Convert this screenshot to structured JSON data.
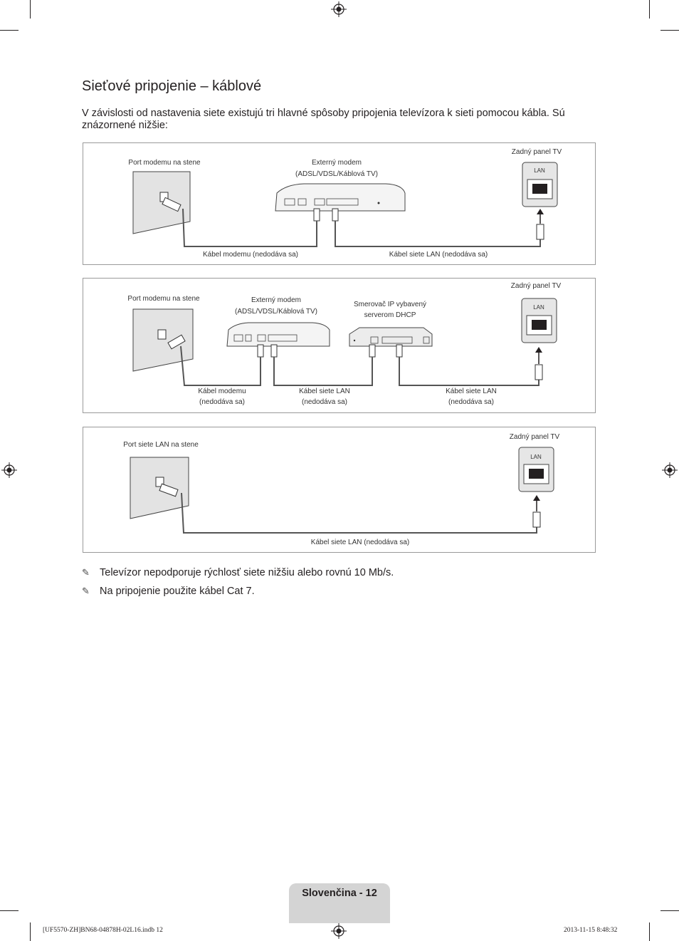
{
  "section": {
    "title": "Sieťové pripojenie – káblové",
    "intro": "V závislosti od nastavenia siete existujú tri hlavné spôsoby pripojenia televízora k sieti pomocou kábla. Sú znázornené nižšie:"
  },
  "diagram1": {
    "wall_label": "Port modemu na stene",
    "modem_label_1": "Externý modem",
    "modem_label_2": "(ADSL/VDSL/Káblová TV)",
    "tv_label": "Zadný panel TV",
    "lan_port": "LAN",
    "cable_modem": "Kábel modemu (nedodáva sa)",
    "cable_lan": "Kábel siete LAN (nedodáva sa)"
  },
  "diagram2": {
    "wall_label": "Port modemu na stene",
    "modem_label_1": "Externý modem",
    "modem_label_2": "(ADSL/VDSL/Káblová TV)",
    "router_label_1": "Smerovač IP vybavený",
    "router_label_2": "serverom DHCP",
    "tv_label": "Zadný panel TV",
    "lan_port": "LAN",
    "cable_modem_1": "Kábel modemu",
    "cable_modem_2": "(nedodáva sa)",
    "cable_lan_a_1": "Kábel siete LAN",
    "cable_lan_a_2": "(nedodáva sa)",
    "cable_lan_b_1": "Kábel siete LAN",
    "cable_lan_b_2": "(nedodáva sa)"
  },
  "diagram3": {
    "wall_label": "Port siete LAN na stene",
    "tv_label": "Zadný panel TV",
    "lan_port": "LAN",
    "cable_lan": "Kábel siete LAN (nedodáva sa)"
  },
  "notes": [
    "Televízor nepodporuje rýchlosť siete nižšiu alebo rovnú 10 Mb/s.",
    "Na pripojenie použite kábel Cat 7."
  ],
  "footer": {
    "page_label": "Slovenčina - 12",
    "file_info": "[UF5570-ZH]BN68-04878H-02L16.indb   12",
    "timestamp": "2013-11-15   8:48:32"
  }
}
